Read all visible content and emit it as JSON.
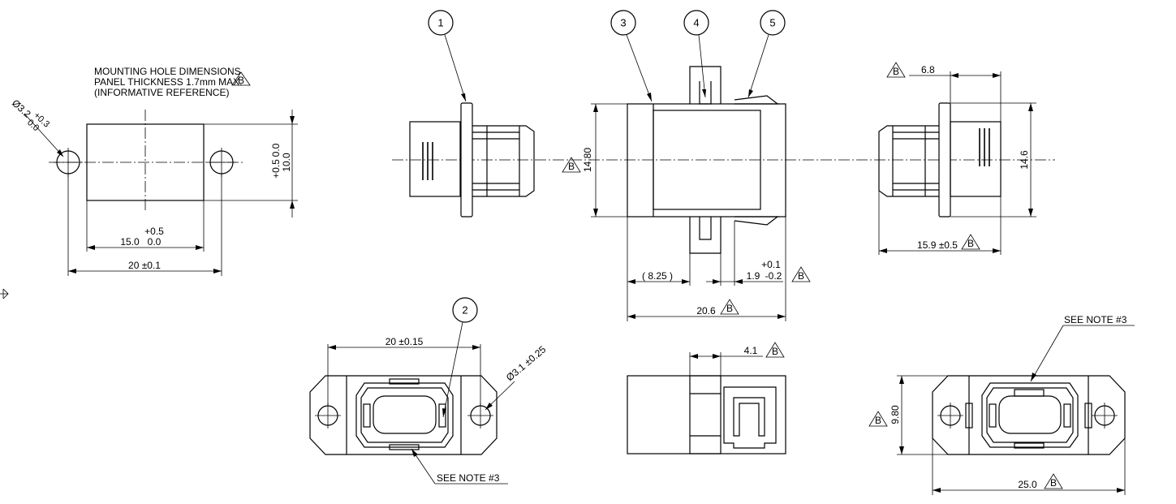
{
  "notes": {
    "mounting_line1": "MOUNTING HOLE DIMENSIONS",
    "mounting_line2": "PANEL THICKNESS 1.7mm MAX.",
    "mounting_line3": "(INFORMATIVE REFERENCE)",
    "see_note_3": "SEE NOTE #3"
  },
  "revision_marker": "B",
  "balloons": [
    "1",
    "2",
    "3",
    "4",
    "5"
  ],
  "dimensions": {
    "hole_diameter": "Ø3.2",
    "hole_tol_plus": "+0.3",
    "hole_tol_minus": "0.0",
    "height_value": "10.0",
    "height_tol_plus": "+0.5",
    "height_tol_minus": "0.0",
    "width_value": "15.0",
    "width_tol_plus": "+0.5",
    "width_tol_minus": "0.0",
    "hole_spacing": "20 ±0.1",
    "body_height": "14.80",
    "ref_depth": "( 8.25 )",
    "flange_tol_plus": "+0.1",
    "flange_value": "1.9",
    "flange_tol_minus": "-0.2",
    "total_length": "20.6",
    "right_depth": "6.8",
    "right_height": "14.6",
    "right_length": "15.9 ±0.5",
    "front_hole_spacing": "20 ±0.15",
    "front_hole_dia": "Ø3.1 ±0.25",
    "side_step": "4.1",
    "right_front_height": "9.80",
    "right_front_width": "25.0"
  }
}
